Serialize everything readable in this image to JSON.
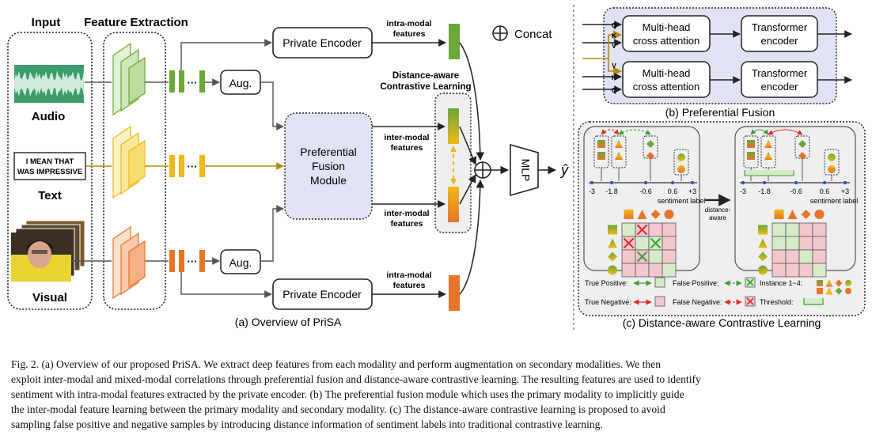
{
  "panel_a": {
    "heading_input": "Input",
    "heading_feature_extraction": "Feature Extraction",
    "label_audio": "Audio",
    "label_text": "Text",
    "label_visual": "Visual",
    "text_sample_line1": "I MEAN THAT",
    "text_sample_line2": "WAS IMPRESSIVE",
    "dots": "···",
    "aug_label": "Aug.",
    "private_encoder_label": "Private Encoder",
    "intra_modal_label_1": "intra-modal",
    "intra_modal_label_2": "features",
    "inter_modal_label_1": "inter-modal",
    "inter_modal_label_2": "features",
    "fusion_module_line1": "Preferential",
    "fusion_module_line2": "Fusion",
    "fusion_module_line3": "Module",
    "dacl_line1": "Distance-aware",
    "dacl_line2": "Contrastive Learning",
    "concat_legend": "Concat",
    "mlp_label": "MLP",
    "output_label": "ŷ",
    "subtitle": "(a) Overview of PriSA"
  },
  "panel_b": {
    "mhca_line1": "Multi-head",
    "mhca_line2": "cross attention",
    "transformer_line1": "Transformer",
    "transformer_line2": "encoder",
    "q": "Q",
    "k": "K",
    "v": "V",
    "subtitle": "(b) Preferential Fusion"
  },
  "panel_c": {
    "ticks": [
      "-3",
      "-1.8",
      "-0.6",
      "0.6",
      "+3"
    ],
    "axis_label": "sentiment label",
    "arrow_label_1": "distance-",
    "arrow_label_2": "aware",
    "legend_true_positive": "True Positive:",
    "legend_false_positive": "False Positive:",
    "legend_instance": "Instance 1~4:",
    "legend_true_negative": "True Negative:",
    "legend_false_negative": "False Negative:",
    "legend_threshold": "Threshold:",
    "subtitle": "(c) Distance-aware Contrastive Learning"
  },
  "caption": {
    "lines": [
      "Fig. 2.  (a) Overview of our proposed PriSA. We extract deep features from each modality and perform augmentation on secondary modalities. We then",
      "exploit inter-modal and mixed-modal correlations through preferential fusion and distance-aware contrastive learning. The resulting features are used to identify",
      "sentiment with intra-modal features extracted by the private encoder. (b) The preferential fusion module which uses the primary modality to implicitly guide",
      "the inter-modal feature learning between the primary modality and secondary modality. (c) The distance-aware contrastive learning is proposed to avoid",
      "sampling false positive and negative samples by introducing distance information of sentiment labels into traditional contrastive learning."
    ]
  },
  "colors": {
    "green": "#6aa83a",
    "yellow": "#f0b81a",
    "orange": "#e8742a",
    "fusion_fill": "#dfe3f4",
    "panel_c_fill": "#efefef",
    "pos_cell": "#d6ecc8",
    "neg_cell": "#f4c7cf",
    "arrow_green": "#3e9d3a",
    "arrow_red": "#e02a2a"
  },
  "icons": [
    "concat-icon",
    "waveform-icon",
    "photo-icon",
    "cross-icon"
  ]
}
